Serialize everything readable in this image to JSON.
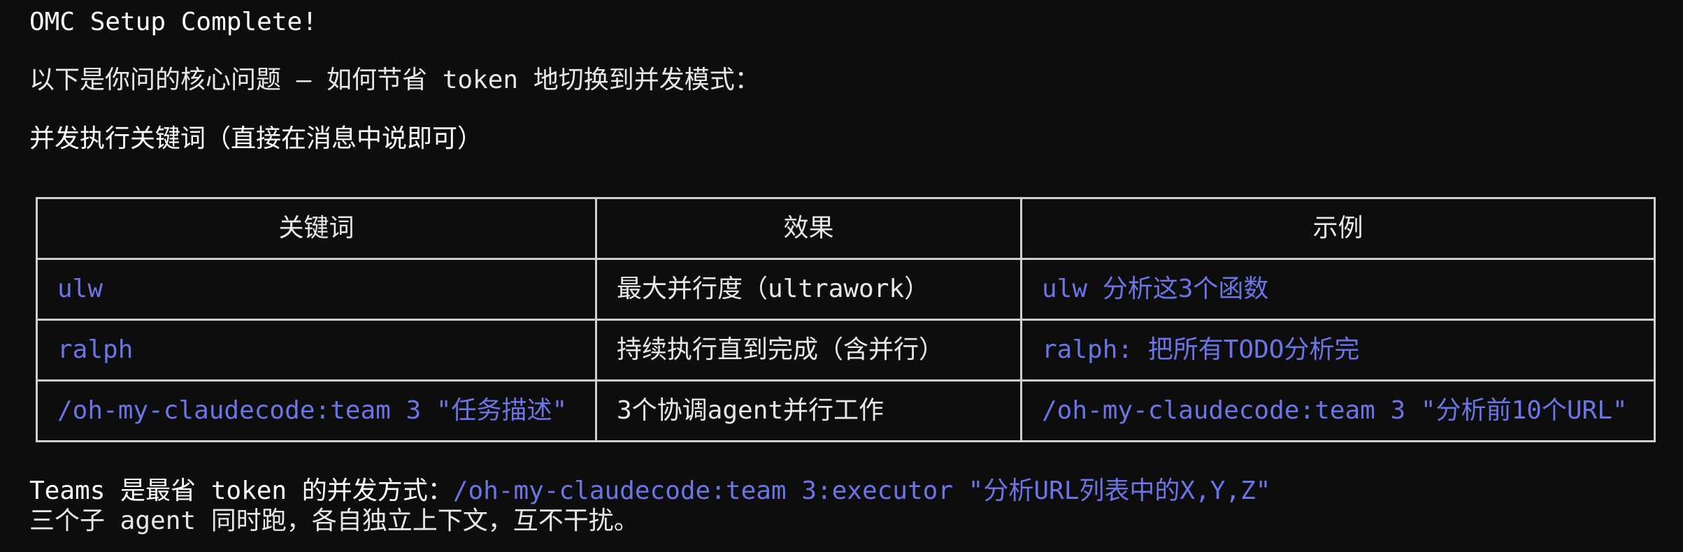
{
  "lines": {
    "title": "OMC Setup Complete!",
    "question": "以下是你问的核心问题 — 如何节省 token 地切换到并发模式：",
    "section": "并发执行关键词（直接在消息中说即可）"
  },
  "table": {
    "headers": [
      "关键词",
      "效果",
      "示例"
    ],
    "rows": [
      {
        "keyword": "ulw",
        "effect": "最大并行度（ultrawork）",
        "example": "ulw 分析这3个函数"
      },
      {
        "keyword": "ralph",
        "effect": "持续执行直到完成（含并行）",
        "example": "ralph: 把所有TODO分析完"
      },
      {
        "keyword": "/oh-my-claudecode:team 3 \"任务描述\"",
        "effect": "3个协调agent并行工作",
        "example": "/oh-my-claudecode:team 3 \"分析前10个URL\""
      }
    ]
  },
  "footer": {
    "lead": "Teams 是最省 token 的并发方式：",
    "command": "/oh-my-claudecode:team 3:executor \"分析URL列表中的X,Y,Z\"",
    "detail": "三个子 agent 同时跑，各自独立上下文，互不干扰。"
  },
  "colors": {
    "background": "#0d0d0d",
    "text": "#e8e8e8",
    "accent": "#6c75e6",
    "border": "#cfcfcf"
  }
}
